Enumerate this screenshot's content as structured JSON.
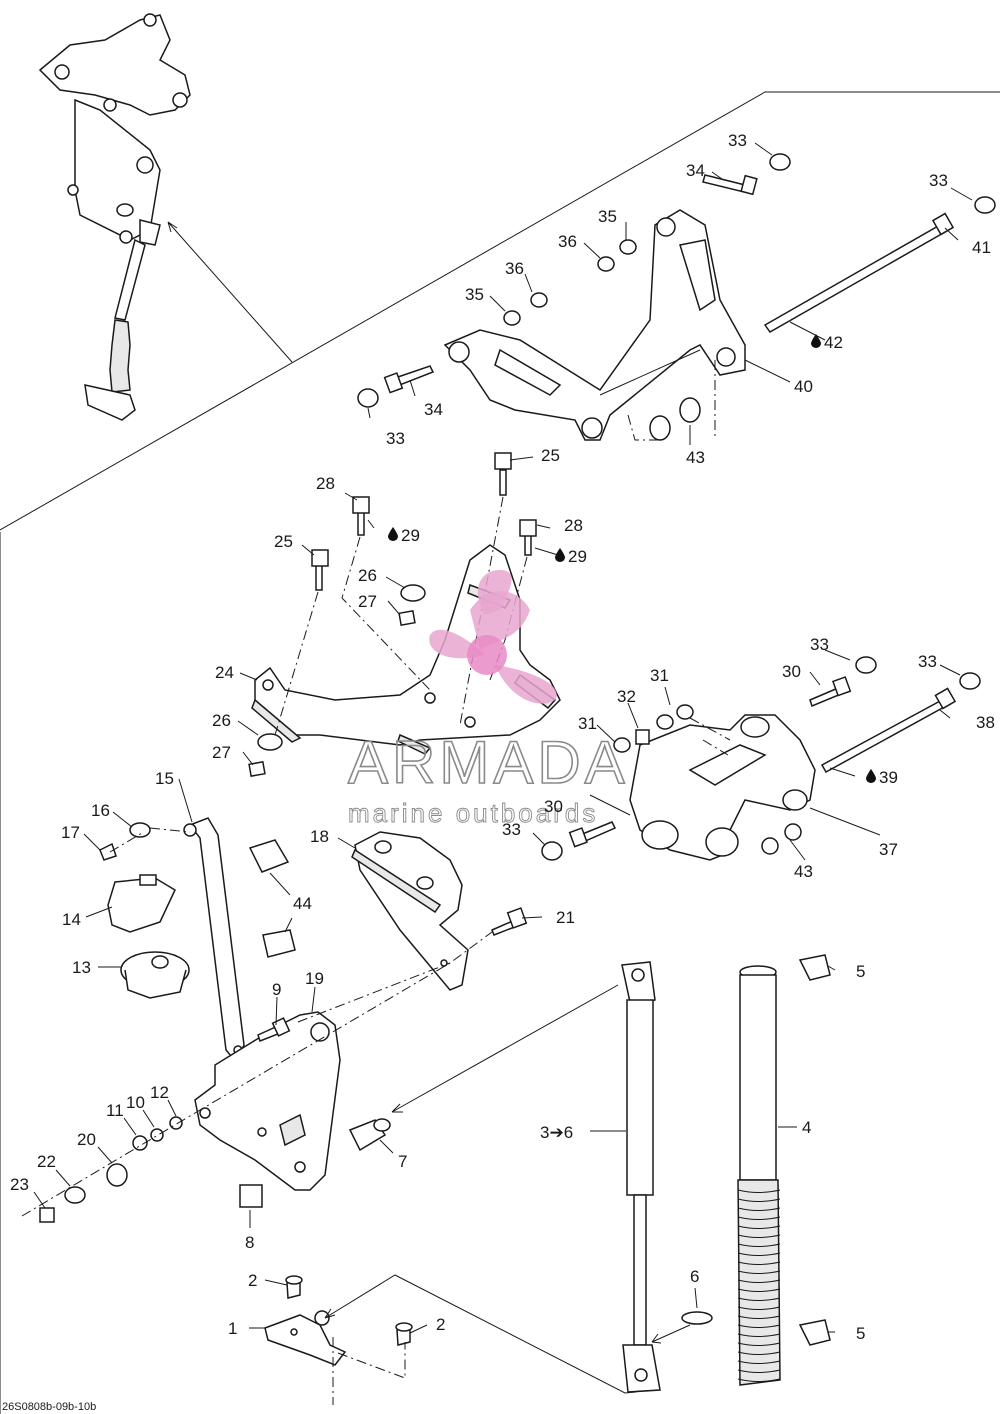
{
  "watermark": {
    "brand": "ARMADA",
    "tagline": "marine outboards",
    "colors": {
      "propeller": "#e7a6cf",
      "hub": "#e889c4",
      "text_outline": "#8a8a8a"
    }
  },
  "drawing_code": "26S0808b-09b-10b",
  "callouts": {
    "c1": "1",
    "c2a": "2",
    "c2b": "2",
    "c3": "3➔6",
    "c4": "4",
    "c5a": "5",
    "c5b": "5",
    "c6": "6",
    "c7": "7",
    "c8": "8",
    "c9": "9",
    "c10": "10",
    "c11": "11",
    "c12": "12",
    "c13": "13",
    "c14": "14",
    "c15": "15",
    "c16": "16",
    "c17": "17",
    "c18": "18",
    "c19": "19",
    "c20": "20",
    "c21": "21",
    "c22": "22",
    "c23": "23",
    "c24": "24",
    "c25a": "25",
    "c25b": "25",
    "c26a": "26",
    "c26b": "26",
    "c27a": "27",
    "c27b": "27",
    "c28a": "28",
    "c28b": "28",
    "c29a": "29",
    "c29b": "29",
    "c30a": "30",
    "c30b": "30",
    "c31a": "31",
    "c31b": "31",
    "c32": "32",
    "c33a": "33",
    "c33b": "33",
    "c33c": "33",
    "c33d": "33",
    "c33e": "33",
    "c33f": "33",
    "c34a": "34",
    "c34b": "34",
    "c35a": "35",
    "c35b": "35",
    "c36a": "36",
    "c36b": "36",
    "c37": "37",
    "c38": "38",
    "c39": "39",
    "c40": "40",
    "c41": "41",
    "c42": "42",
    "c43a": "43",
    "c43b": "43",
    "c44": "44"
  },
  "icons": {
    "lubricant": "oil-drop-icon"
  }
}
